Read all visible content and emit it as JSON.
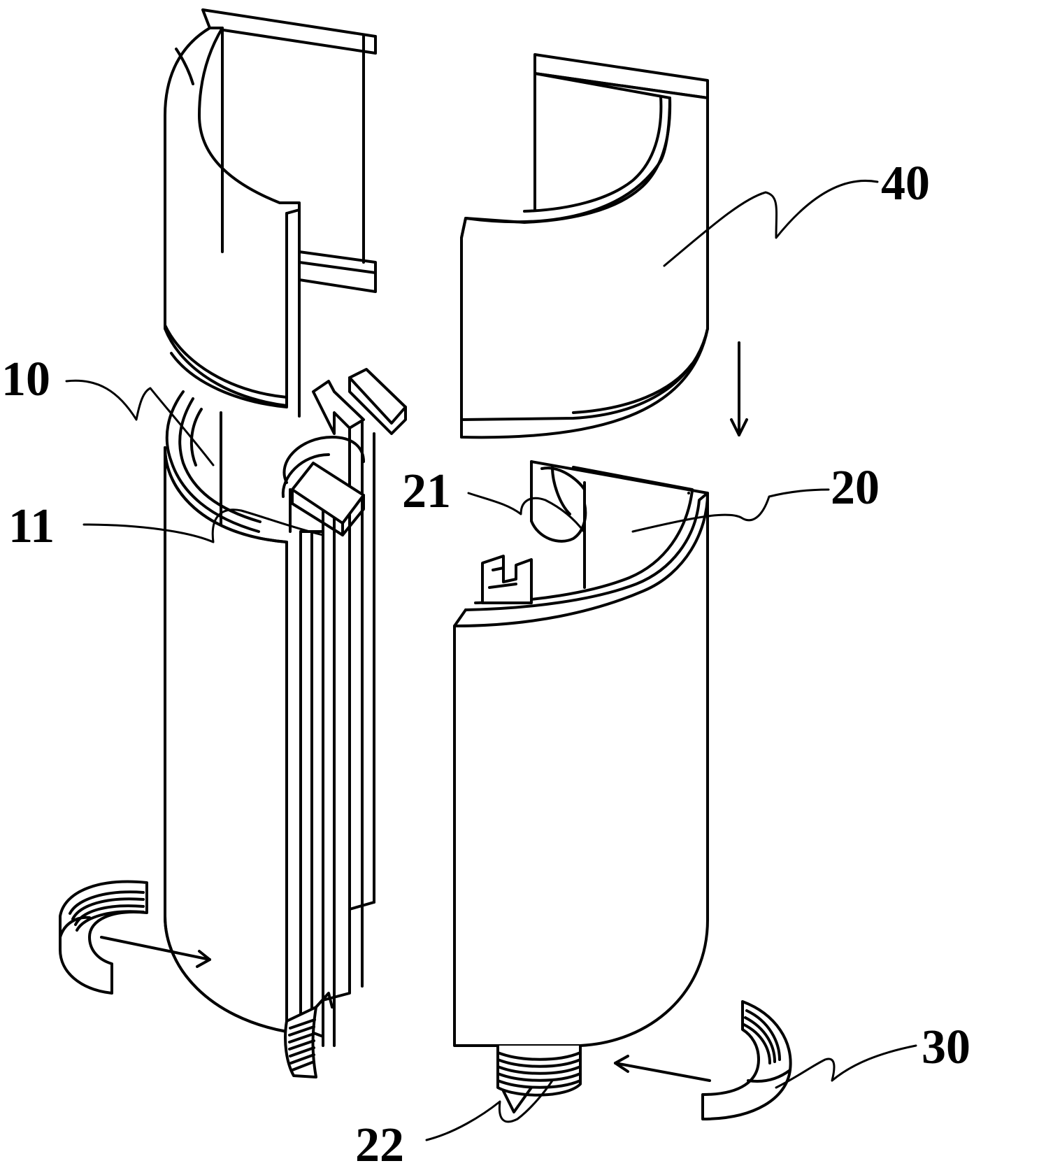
{
  "labels": {
    "part_10": "10",
    "part_11": "11",
    "part_20": "20",
    "part_21": "21",
    "part_22": "22",
    "part_30": "30",
    "part_40": "40"
  },
  "colors": {
    "stroke": "#000000",
    "fill": "#ffffff"
  }
}
